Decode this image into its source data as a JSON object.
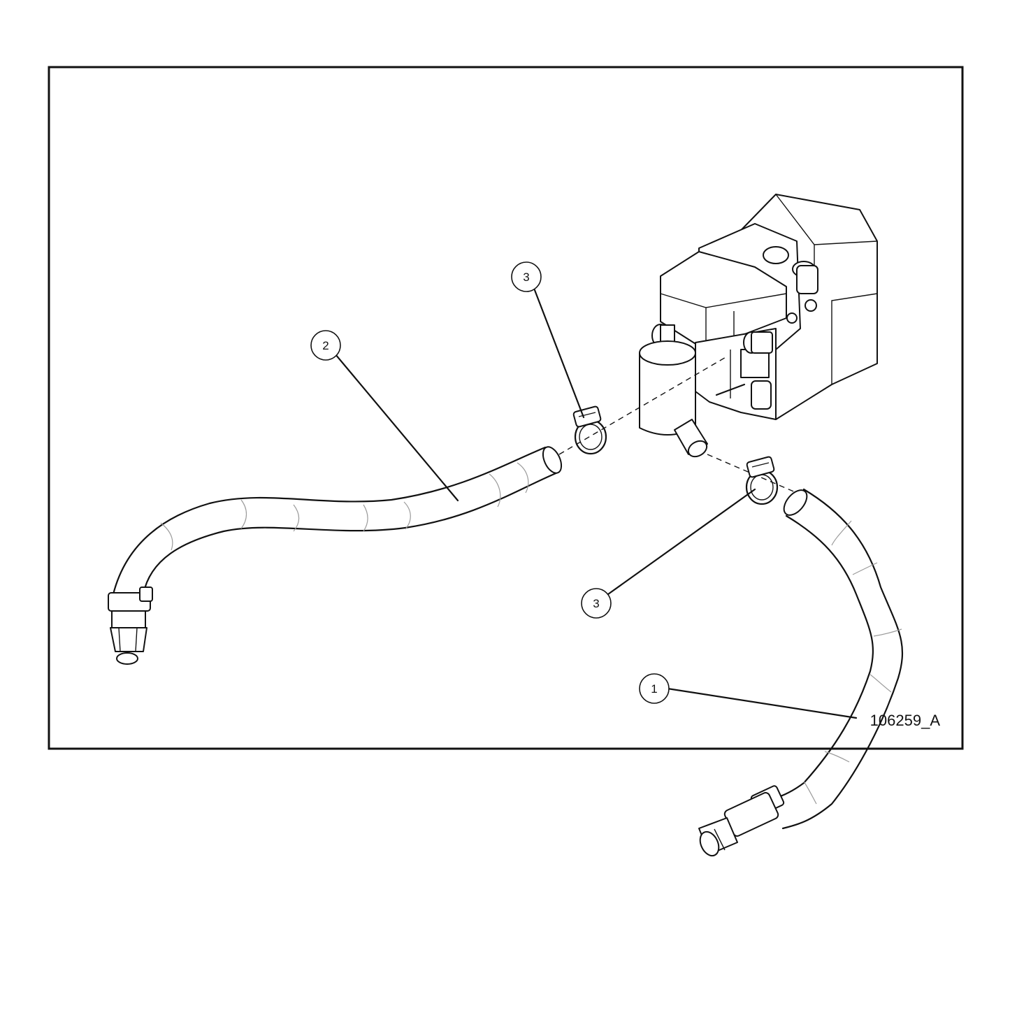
{
  "figure_id": "106259_A",
  "callouts": [
    {
      "id": "callout-3-top",
      "label": "3"
    },
    {
      "id": "callout-2",
      "label": "2"
    },
    {
      "id": "callout-3-bottom",
      "label": "3"
    },
    {
      "id": "callout-1",
      "label": "1"
    }
  ],
  "colors": {
    "line": "#111111",
    "background": "#ffffff",
    "hose_segment": "#9a9a9a"
  }
}
